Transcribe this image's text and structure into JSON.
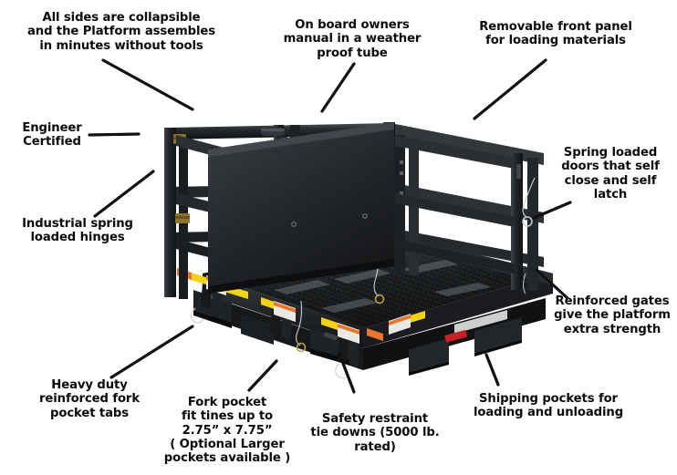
{
  "document": {
    "type": "annotated-product-diagram",
    "subject": "Forklift work platform safety cage",
    "background_color": "#ffffff",
    "text_color": "#0a0a0a",
    "leader_line_color": "#111111",
    "product_colors": {
      "steel_dark": "#1b1d1f",
      "steel_mid": "#2a2d30",
      "steel_light": "#3c4045",
      "hinge_brass": "#8d7230",
      "label_yellow": "#f2d317",
      "label_orange": "#e8762c",
      "label_white": "#e9e9e6",
      "label_red": "#c42026"
    }
  },
  "callouts": [
    {
      "id": "collapsible-sides",
      "text": "All sides are collapsible\nand the Platform assembles\nin minutes without tools",
      "align": "center",
      "position": "top-left"
    },
    {
      "id": "owners-manual",
      "text": "On board owners\nmanual in a weather\nproof tube",
      "align": "center",
      "position": "top-center"
    },
    {
      "id": "removable-front-panel",
      "text": "Removable front panel\nfor loading materials",
      "align": "center",
      "position": "top-right"
    },
    {
      "id": "engineer-certified",
      "text": "Engineer\nCertified",
      "align": "center",
      "position": "left-upper"
    },
    {
      "id": "industrial-spring-hinges",
      "text": "Industrial spring\nloaded hinges",
      "align": "center",
      "position": "left-middle"
    },
    {
      "id": "spring-loaded-doors",
      "text": "Spring loaded\ndoors that self\nclose and self\nlatch",
      "align": "center",
      "position": "right-upper"
    },
    {
      "id": "reinforced-gates",
      "text": "Reinforced gates\ngive the platform\nextra strength",
      "align": "center",
      "position": "right-middle"
    },
    {
      "id": "fork-pocket-tabs",
      "text": "Heavy duty\nreinforced fork\npocket tabs",
      "align": "center",
      "position": "bottom-left"
    },
    {
      "id": "fork-pocket-size",
      "text": "Fork pocket\nfit tines up to\n2.75” x 7.75”\n( Optional Larger\npockets available )",
      "align": "center",
      "position": "bottom-center-left"
    },
    {
      "id": "safety-restraint-tie-downs",
      "text": "Safety restraint\ntie downs (5000 lb. rated)",
      "align": "center",
      "position": "bottom-center"
    },
    {
      "id": "shipping-pockets",
      "text": "Shipping pockets for\nloading and unloading",
      "align": "center",
      "position": "bottom-right"
    }
  ]
}
